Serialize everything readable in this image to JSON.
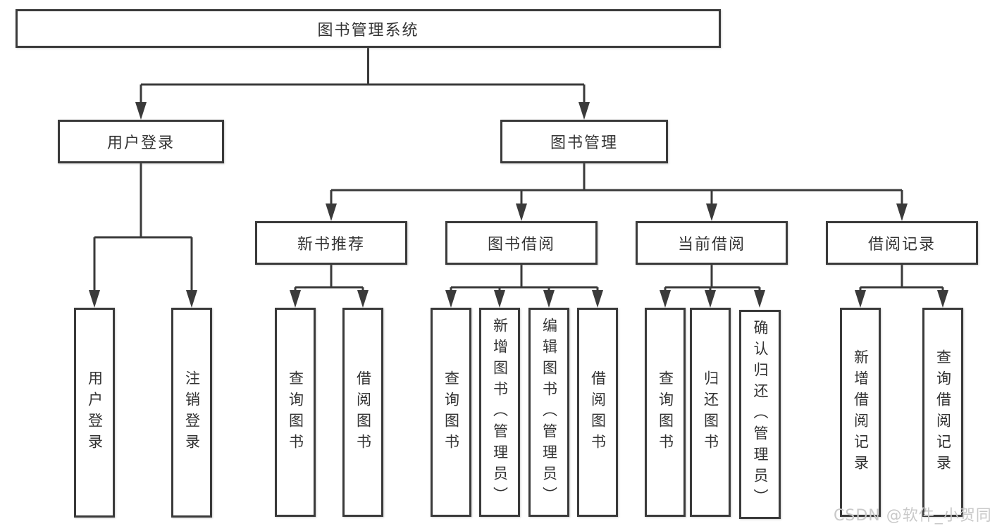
{
  "tree": {
    "label": "图书管理系统",
    "children": [
      {
        "label": "用户登录",
        "children": [
          {
            "label": "用户登录"
          },
          {
            "label": "注销登录"
          }
        ]
      },
      {
        "label": "图书管理",
        "children": [
          {
            "label": "新书推荐",
            "children": [
              {
                "label": "查询图书"
              },
              {
                "label": "借阅图书"
              }
            ]
          },
          {
            "label": "图书借阅",
            "children": [
              {
                "label": "查询图书"
              },
              {
                "label": "新增图书（管理员）"
              },
              {
                "label": "编辑图书（管理员）"
              },
              {
                "label": "借阅图书"
              }
            ]
          },
          {
            "label": "当前借阅",
            "children": [
              {
                "label": "查询图书"
              },
              {
                "label": "归还图书"
              },
              {
                "label": "确认归还（管理员）"
              }
            ]
          },
          {
            "label": "借阅记录",
            "children": [
              {
                "label": "新增借阅记录"
              },
              {
                "label": "查询借阅记录"
              }
            ]
          }
        ]
      }
    ]
  },
  "watermark": {
    "text": "CSDN @软件_小贺同学"
  },
  "colors": {
    "line": "#3a3a3a",
    "box_border": "#3a3a3a",
    "text": "#333333",
    "background": "#ffffff",
    "watermark": "#c9c9c9"
  }
}
